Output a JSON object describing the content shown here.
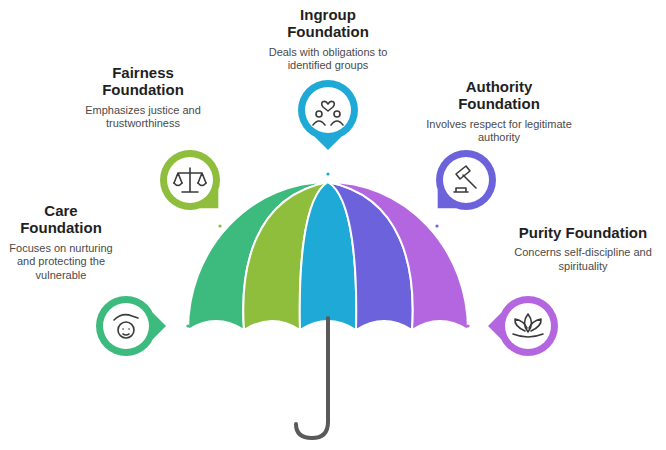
{
  "diagram": {
    "nodes": [
      {
        "text": [
          "Care Foundation",
          "Focuses on nurturing and protecting the vulnerable"
        ]
      },
      {
        "text": [
          "Fairness Foundation",
          "Emphasizes justice and trustworthiness"
        ]
      },
      {
        "text": [
          "Ingroup Foundation",
          "Deals with obligations to identified groups"
        ]
      },
      {
        "text": [
          "Authority Foundation",
          "Involves respect for legitimate authority"
        ]
      },
      {
        "text": [
          "Purity Foundation",
          "Concerns self-discipline and spirituality"
        ]
      }
    ]
  }
}
